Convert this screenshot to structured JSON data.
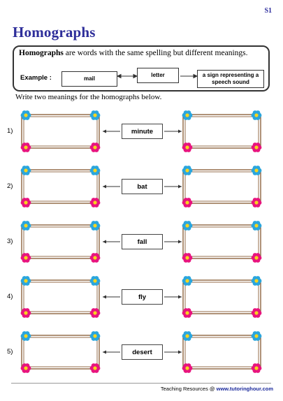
{
  "sheet_code": "S1",
  "title": "Homographs",
  "definition": {
    "term": "Homographs",
    "rest": " are words with the same spelling but different meanings."
  },
  "example": {
    "label": "Example :",
    "left": "mail",
    "center": "letter",
    "right": "a sign representing a speech sound"
  },
  "instructions": "Write two meanings for the homographs below.",
  "items": [
    {
      "number": "1)",
      "word": "minute"
    },
    {
      "number": "2)",
      "word": "bat"
    },
    {
      "number": "3)",
      "word": "fall"
    },
    {
      "number": "4)",
      "word": "fly"
    },
    {
      "number": "5)",
      "word": "desert"
    }
  ],
  "footer": {
    "prefix": "Teaching Resources @ ",
    "url": "www.tutoringhour.com"
  },
  "colors": {
    "title": "#2e2e9a",
    "frame": "#7a4a1f",
    "flower_pink": "#e8147e",
    "flower_blue": "#2aa6dd",
    "flower_center": "#f7d51d"
  }
}
